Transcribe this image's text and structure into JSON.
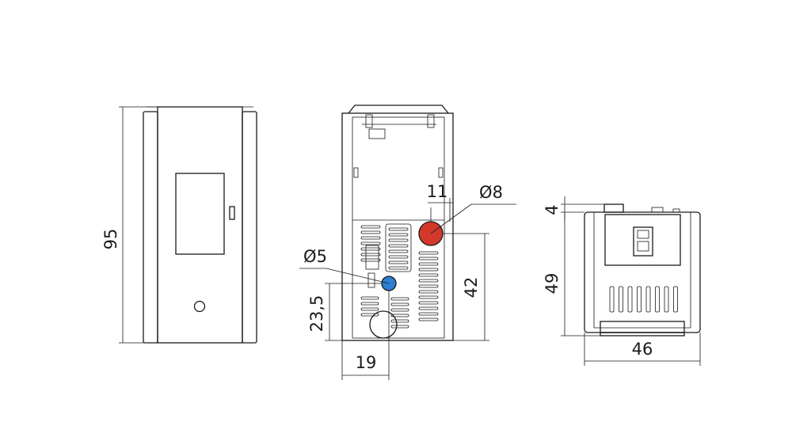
{
  "dimensions": {
    "front_height": "95",
    "back_flue_diameter": "Ø8",
    "back_flue_offset": "11",
    "back_air_diameter": "Ø5",
    "back_air_height": "23,5",
    "back_flue_height": "42",
    "back_air_offset": "19",
    "top_protrusion": "4",
    "top_depth": "49",
    "top_width": "46"
  },
  "colors": {
    "flue_outlet": "#d3382a",
    "air_inlet": "#2d7fd0",
    "line": "#1a1a1a"
  }
}
